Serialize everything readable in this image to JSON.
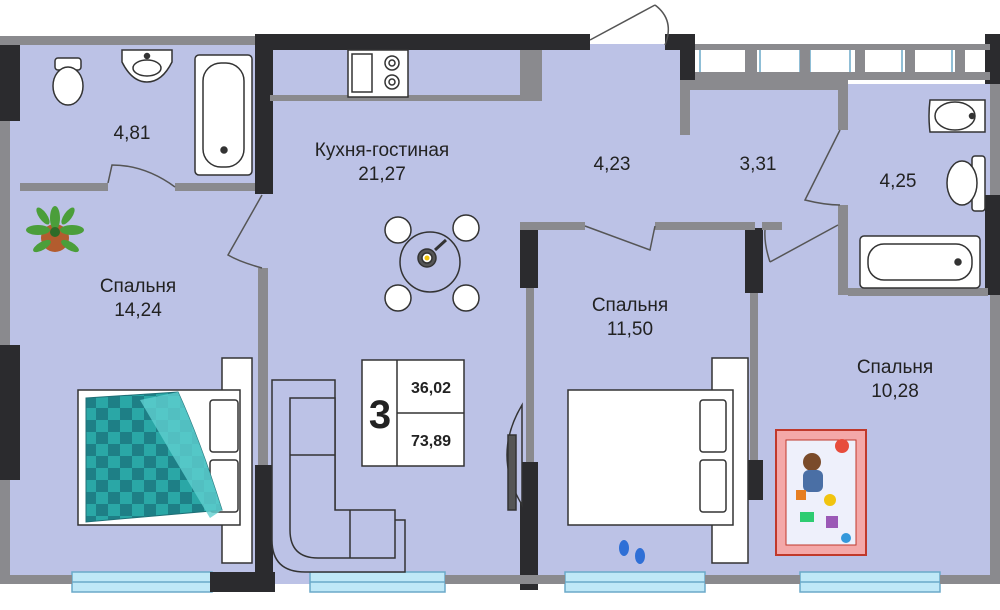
{
  "colors": {
    "floor": "#bcc2e6",
    "wall": "#2b2b2e",
    "partition": "#8a8a8e",
    "window": "#bfe8f7",
    "fixture": "#ffffff"
  },
  "rooms": {
    "bathroom_top_left": {
      "area": "4,81"
    },
    "kitchen_living": {
      "label": "Кухня-гостиная",
      "area": "21,27"
    },
    "hallway": {
      "area": "4,23"
    },
    "corridor": {
      "area": "3,31"
    },
    "bathroom_right": {
      "area": "4,25"
    },
    "bedroom_left": {
      "label": "Спальня",
      "area": "14,24"
    },
    "bedroom_middle": {
      "label": "Спальня",
      "area": "11,50"
    },
    "bedroom_right": {
      "label": "Спальня",
      "area": "10,28"
    }
  },
  "badge": {
    "rooms_count": "3",
    "living_area": "36,02",
    "total_area": "73,89"
  },
  "icons": [
    "toilet-icon",
    "sink-icon",
    "bathtub-icon",
    "stove-icon",
    "dining-table-icon",
    "plant-icon",
    "bed-icon",
    "sofa-icon",
    "tv-icon",
    "slippers-icon",
    "playpen-icon",
    "door-swing-icon",
    "window-icon"
  ]
}
